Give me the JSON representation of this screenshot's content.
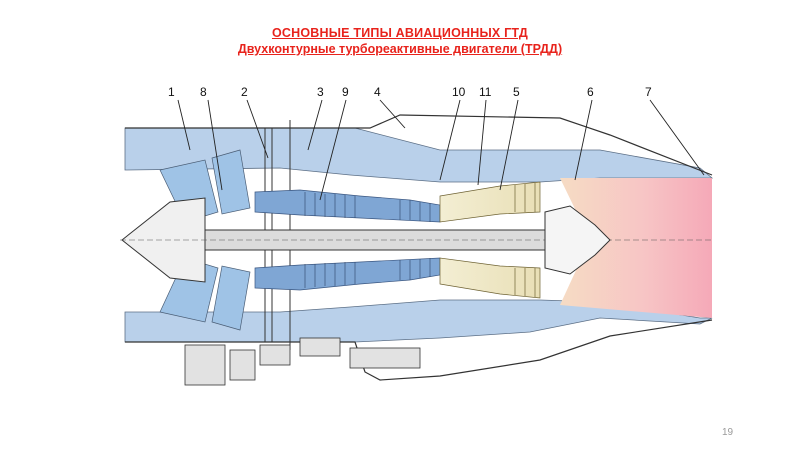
{
  "slide": {
    "title": "ОСНОВНЫЕ ТИПЫ АВИАЦИОННЫХ ГТД",
    "subtitle": "Двухконтурные турбореактивные двигатели (ТРДД)",
    "page_number": "19"
  },
  "diagram": {
    "callouts": [
      "1",
      "8",
      "2",
      "3",
      "9",
      "4",
      "10",
      "11",
      "5",
      "6",
      "7"
    ]
  },
  "colors": {
    "title": "#e8231c",
    "bypass_duct": "#b9d0ea",
    "fan_blades": "#9fc3e6",
    "core_flow": "#7fa6d4",
    "combustor": "#efe9c8",
    "exhaust_start": "#f6dcc4",
    "exhaust_end": "#f5a9b8"
  }
}
